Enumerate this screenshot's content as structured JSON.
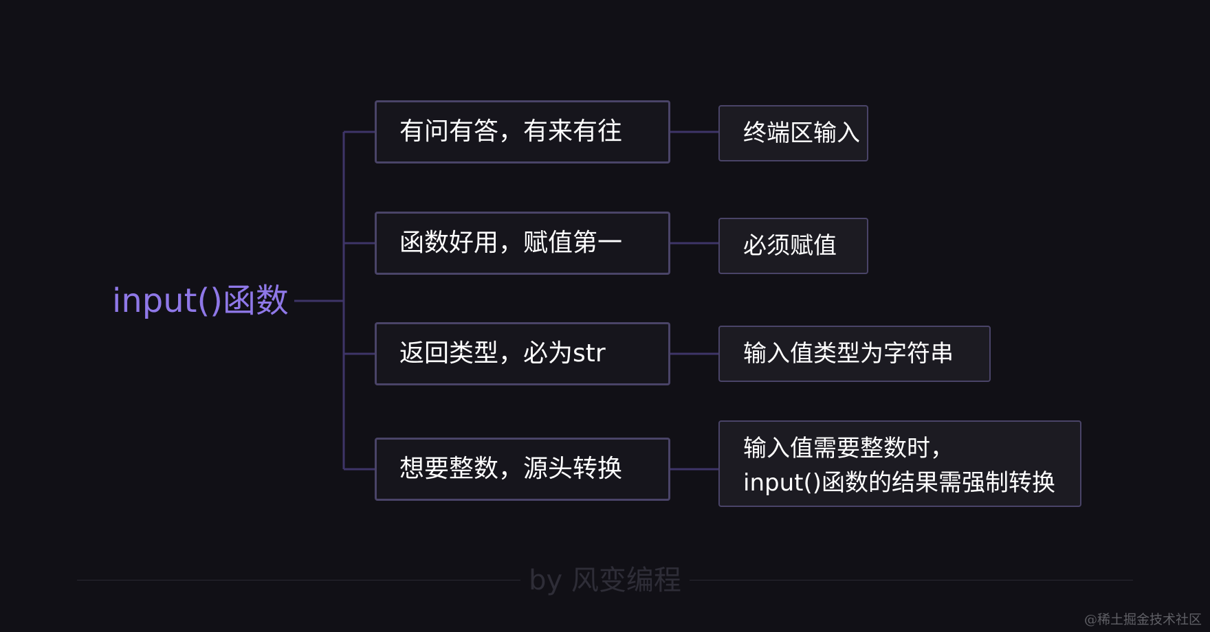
{
  "root": {
    "label": "input()函数"
  },
  "branches": [
    {
      "label": "有问有答，有来有往",
      "detail": [
        "终端区输入"
      ]
    },
    {
      "label": "函数好用，赋值第一",
      "detail": [
        "必须赋值"
      ]
    },
    {
      "label": "返回类型，必为str",
      "detail": [
        "输入值类型为字符串"
      ]
    },
    {
      "label": "想要整数，源头转换",
      "detail": [
        "输入值需要整数时，",
        "input()函数的结果需强制转换"
      ]
    }
  ],
  "footer": {
    "text": "by 风变编程"
  },
  "watermark": {
    "text": "@稀土掘金技术社区"
  },
  "colors": {
    "background": "#111016",
    "root_text": "#8F78E8",
    "connector": "#3E3568",
    "box_border": "#4A4468",
    "box_text": "#FFFFFF"
  }
}
